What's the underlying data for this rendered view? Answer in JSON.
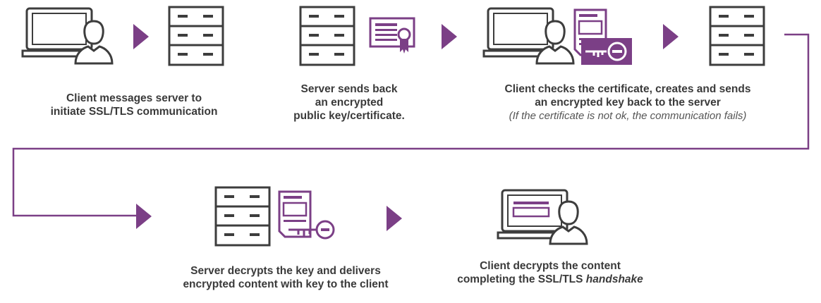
{
  "colors": {
    "accent": "#7b3f86",
    "icon": "#3d3d3d"
  },
  "steps": [
    {
      "id": 1,
      "line1": "Client messages server to",
      "line2": "initiate SSL/TLS communication"
    },
    {
      "id": 2,
      "line1": "Server sends back",
      "line2": "an encrypted",
      "line3": "public key/certificate."
    },
    {
      "id": 3,
      "line1": "Client checks the certificate, creates and sends",
      "line2": "an encrypted key back to the server",
      "note": "(If the certificate is not ok, the communication fails)"
    },
    {
      "id": 4,
      "line1": "Server decrypts the key and delivers",
      "line2": "encrypted content with key to the client"
    },
    {
      "id": 5,
      "line1": "Client decrypts the content",
      "line2_prefix": "completing the SSL/TLS ",
      "line2_emph": "handshake"
    }
  ]
}
